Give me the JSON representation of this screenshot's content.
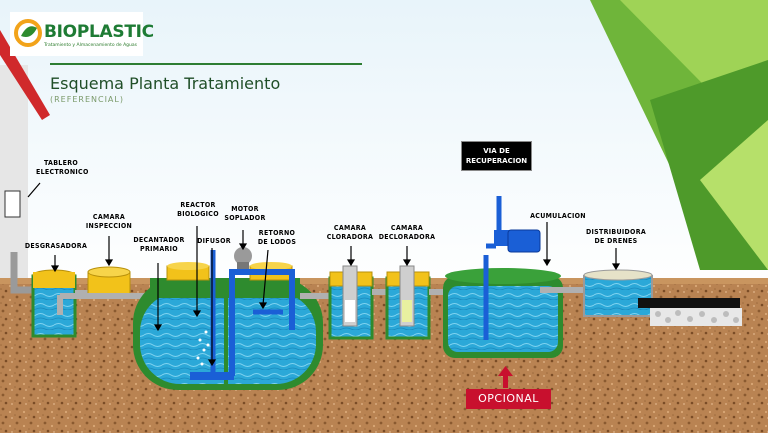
{
  "logo": {
    "brand": "BIOPLASTIC",
    "tagline": "Tratamiento y Almacenamiento de Aguas"
  },
  "header": {
    "title": "Esquema Planta Tratamiento",
    "subtitle": "(REFERENCIAL)"
  },
  "labels": {
    "tablero": "TABLERO\nELECTRONICO",
    "desgrasadora": "DESGRASADORA",
    "camara_inspeccion": "CAMARA\nINSPECCION",
    "decantador": "DECANTADOR\nPRIMARIO",
    "reactor": "REACTOR\nBIOLOGICO",
    "difusor": "DIFUSOR",
    "motor": "MOTOR\nSOPLADOR",
    "retorno": "RETORNO\nDE LODOS",
    "cloradora": "CAMARA\nCLORADORA",
    "decloradora": "CAMARA\nDECLORADORA",
    "recuperacion": "VIA DE\nRECUPERACION",
    "acumulacion": "ACUMULACION",
    "distribuidora": "DISTRIBUIDORA\nDE DRENES",
    "opcional": "OPCIONAL"
  },
  "colors": {
    "soil": "#b07a4a",
    "water": "#29a9d6",
    "tank_green": "#2e8b2e",
    "lid_yellow": "#f2c21a",
    "pipe_blue": "#1a5fd6",
    "pipe_gray": "#b8b8b8",
    "opcional_red": "#c8102e",
    "accent_green": "#8cc63f"
  }
}
